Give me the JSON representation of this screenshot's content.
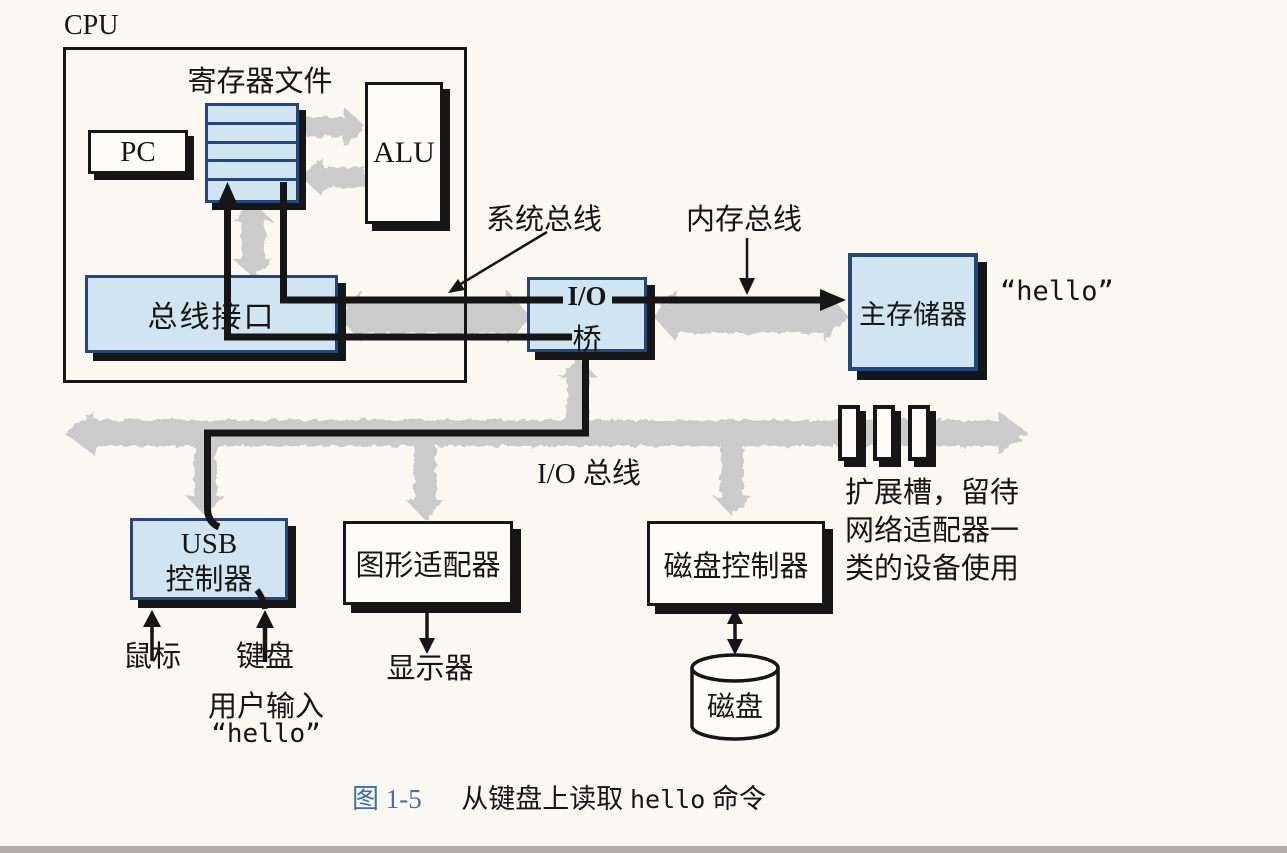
{
  "labels": {
    "cpu": "CPU",
    "register_file": "寄存器文件",
    "pc": "PC",
    "alu": "ALU",
    "bus_interface": "总线接口",
    "system_bus": "系统总线",
    "memory_bus": "内存总线",
    "io_bridge_line1": "I/O",
    "io_bridge_line2": "桥",
    "main_memory": "主存储器",
    "hello_in_memory": "“hello”",
    "io_bus": "I/O 总线",
    "usb_line1": "USB",
    "usb_line2": "控制器",
    "graphics_adapter": "图形适配器",
    "disk_controller": "磁盘控制器",
    "expansion_note": [
      "扩展槽，留待",
      "网络适配器一",
      "类的设备使用"
    ],
    "mouse": "鼠标",
    "keyboard": "键盘",
    "user_input_line1": "用户输入",
    "user_input_line2": "“hello”",
    "display": "显示器",
    "disk": "磁盘"
  },
  "caption": {
    "figure": "图 1-5",
    "before": "从键盘上读取",
    "code": "hello",
    "after": "命令"
  },
  "colors": {
    "box_fill_blue": "#d0e4f2",
    "box_border_blue": "#24467f",
    "bus_gray": "#c9c9c9",
    "line_black": "#161616",
    "caption_blue": "#3d6fb2",
    "background": "#fbf8f1"
  }
}
